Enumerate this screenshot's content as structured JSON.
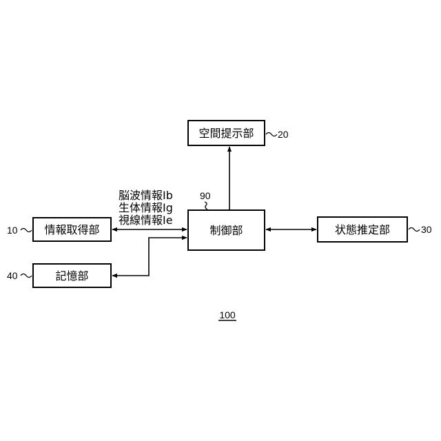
{
  "diagram": {
    "number": "100",
    "blocks": {
      "info_acquisition": {
        "label": "情報取得部",
        "ref": "10"
      },
      "space_presentation": {
        "label": "空間提示部",
        "ref": "20"
      },
      "state_estimation": {
        "label": "状態推定部",
        "ref": "30"
      },
      "storage": {
        "label": "記憶部",
        "ref": "40"
      },
      "control": {
        "label": "制御部",
        "ref": "90"
      }
    },
    "signals": {
      "brainwave": "脳波情報Ib",
      "biometric": "生体情報Ig",
      "gaze": "視線情報Ie"
    }
  }
}
